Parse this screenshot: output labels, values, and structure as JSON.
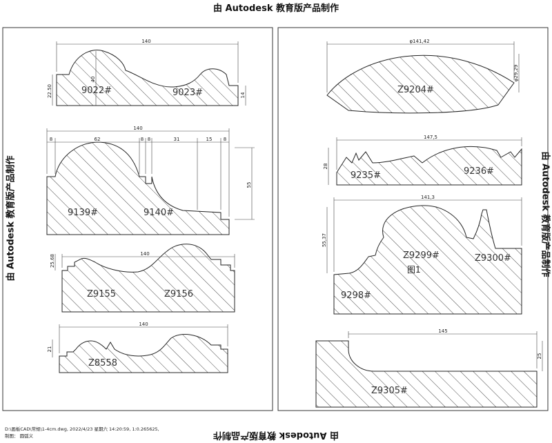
{
  "watermark": "由 Autodesk 教育版产品制作",
  "footer": {
    "line1": "D:\\画板CAD\\常规\\1-4cm.dwg, 2022/4/23 星期六 14:20:59, 1:0.265625,",
    "line2": "制图：   圆弧义"
  },
  "left_sheet": {
    "p1": {
      "width": "140",
      "height_left": "22.50",
      "height_mid": "40",
      "height_right": "14",
      "labels": [
        "9022#",
        "9023#"
      ]
    },
    "p2": {
      "width": "140",
      "segments": [
        "8",
        "62",
        "8",
        "8",
        "31",
        "15",
        "8"
      ],
      "height": "55",
      "labels": [
        "9139#",
        "9140#"
      ]
    },
    "p3": {
      "width": "140",
      "height": "25.68",
      "labels": [
        "Z9155",
        "Z9156"
      ]
    },
    "p4": {
      "width": "140",
      "height": "21",
      "labels": [
        "Z8558"
      ]
    }
  },
  "right_sheet": {
    "p1": {
      "width": "φ141,42",
      "height": "φ29,29",
      "labels": [
        "Z9204#"
      ]
    },
    "p2": {
      "width": "147,5",
      "height": "28",
      "labels": [
        "9235#",
        "9236#"
      ]
    },
    "p3": {
      "width": "141,3",
      "height": "55,37",
      "labels": [
        "Z9299#",
        "Z9300#",
        "9298#"
      ],
      "figure_label": "图1"
    },
    "p4": {
      "width": "145",
      "height": "25",
      "labels": [
        "Z9305#"
      ]
    }
  }
}
